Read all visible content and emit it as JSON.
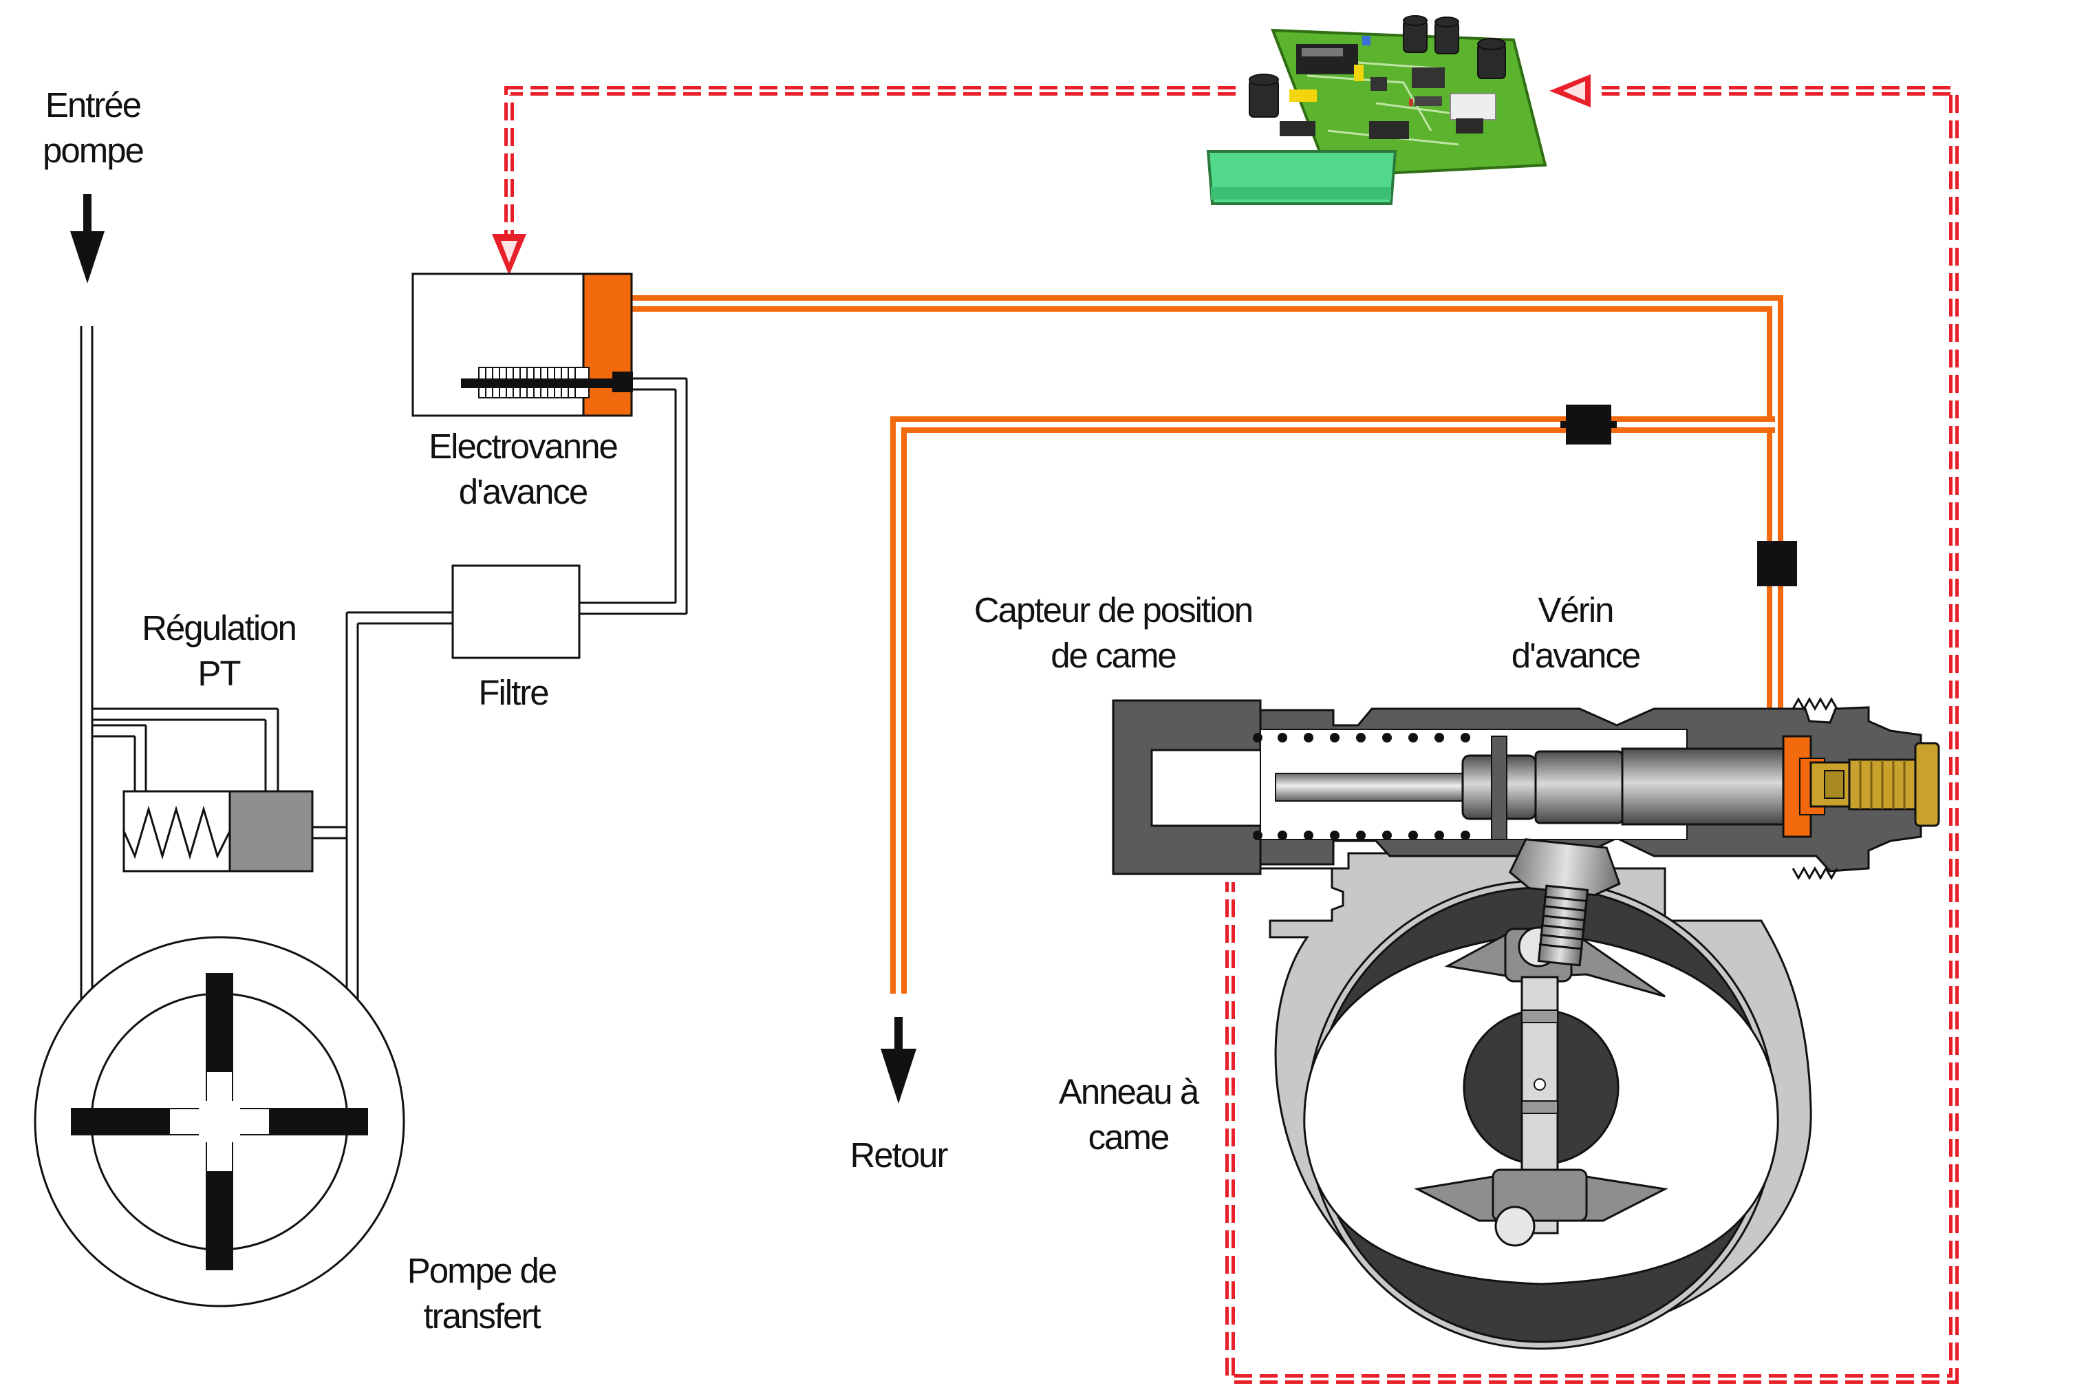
{
  "labels": {
    "entree_pompe": [
      "Entrée",
      "pompe"
    ],
    "regulation_pt": [
      "Régulation",
      "PT"
    ],
    "electrovanne": [
      "Electrovanne",
      "d'avance"
    ],
    "filtre": "Filtre",
    "capteur": [
      "Capteur de position",
      "de came"
    ],
    "verin": [
      "Vérin",
      "d'avance"
    ],
    "retour": "Retour",
    "anneau": [
      "Anneau à",
      "came"
    ],
    "pompe_transfert": [
      "Pompe de",
      "transfert"
    ]
  },
  "icons": {
    "inlet_arrow": "arrow-down-icon",
    "return_arrow": "arrow-down-icon",
    "ecu": "circuit-board-icon"
  },
  "colors": {
    "fuel_line": "#f26a0d",
    "signal_line": "#e8202a",
    "pcb": "#5cb32e",
    "pcb_connector": "#52d98b",
    "cam_ring": "#3a3a3a",
    "housing": "#c8c8c8",
    "body": "#5b5b5b",
    "brass": "#c9a22e"
  }
}
